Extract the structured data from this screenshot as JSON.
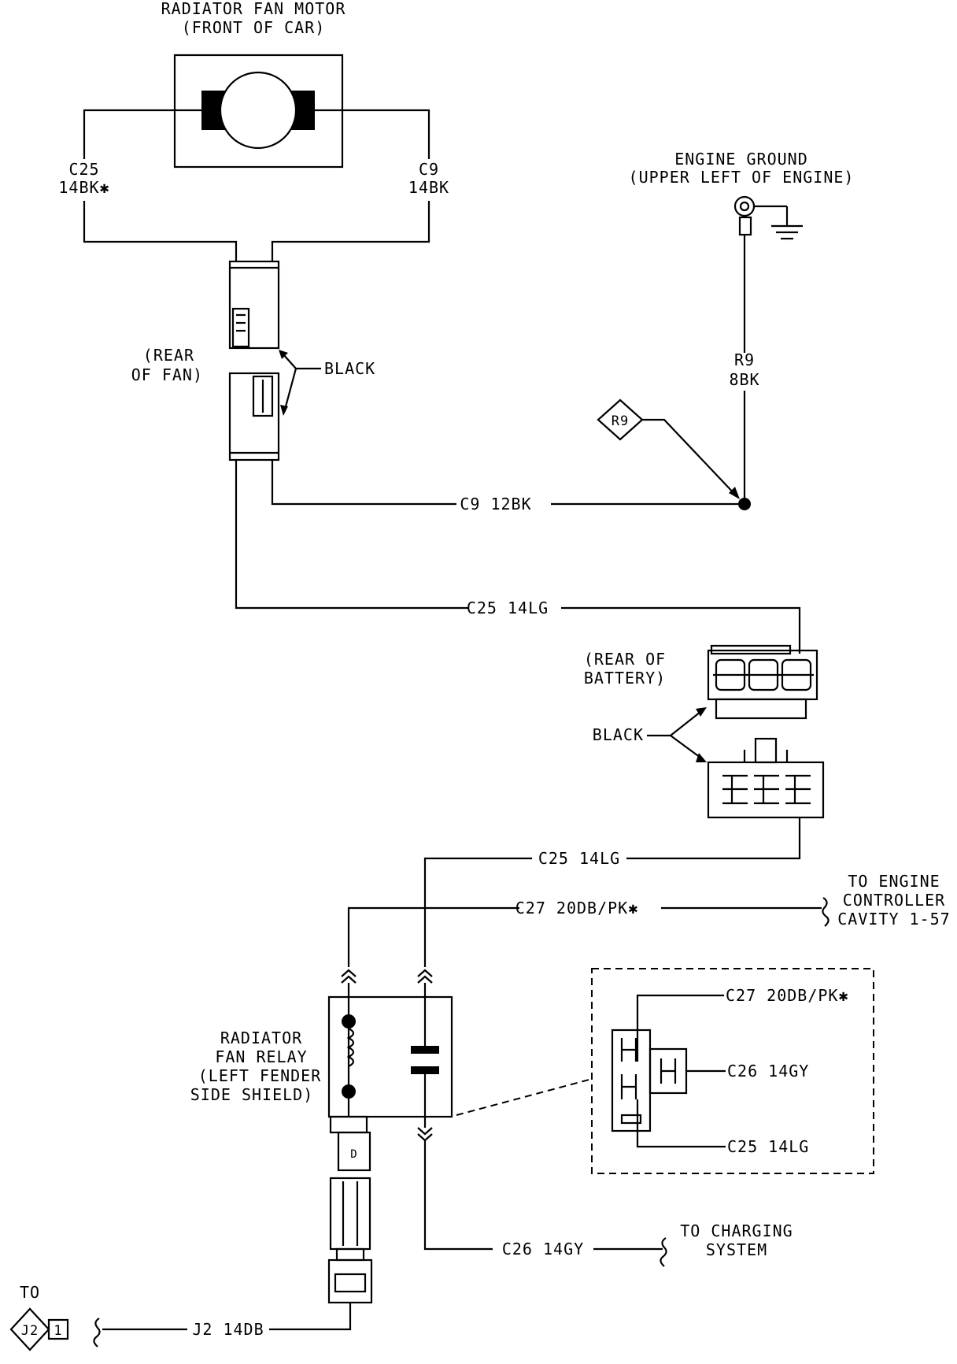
{
  "motor": {
    "title": "RADIATOR FAN MOTOR",
    "subtitle": "(FRONT OF CAR)"
  },
  "motor_wires": {
    "left_circuit": "C25",
    "left_gauge": "14BK✱",
    "right_circuit": "C9",
    "right_gauge": "14BK"
  },
  "engine_ground": {
    "title": "ENGINE GROUND",
    "subtitle": "(UPPER LEFT OF ENGINE)"
  },
  "fan_connector": {
    "loc1": "(REAR",
    "loc2": "OF FAN)",
    "color": "BLACK"
  },
  "ground_wire": {
    "circuit": "R9",
    "gauge": "8BK",
    "badge": "R9"
  },
  "wires": {
    "c9_12bk": "C9 12BK",
    "c25_14lg_top": "C25 14LG",
    "c25_14lg_mid": "C25 14LG",
    "c27": "C27 20DB/PK✱",
    "c26": "C26 14GY",
    "j2": "J2 14DB"
  },
  "battery_connector": {
    "loc1": "(REAR OF",
    "loc2": "BATTERY)",
    "color": "BLACK"
  },
  "engine_controller": {
    "line1": "TO ENGINE",
    "line2": "CONTROLLER",
    "line3": "CAVITY 1-57"
  },
  "relay": {
    "line1": "RADIATOR",
    "line2": "FAN RELAY",
    "line3": "(LEFT FENDER",
    "line4": "SIDE SHIELD)",
    "pin": "D"
  },
  "relay_detail": {
    "c27": "C27 20DB/PK✱",
    "c26": "C26 14GY",
    "c25": "C25 14LG"
  },
  "charging": {
    "line1": "TO CHARGING",
    "line2": "SYSTEM"
  },
  "j2_ref": {
    "to": "TO",
    "badge": "J2",
    "pin": "1"
  }
}
